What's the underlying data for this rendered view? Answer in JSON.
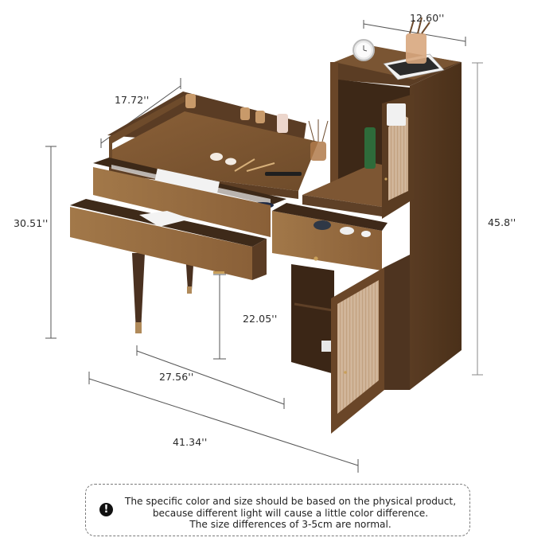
{
  "product": {
    "type": "vanity desk with storage cabinet",
    "finish_color": "#7a5532",
    "dark_wood_color": "#4e3420",
    "light_wood_color": "#a07548"
  },
  "dimensions": {
    "top_shelf_width": "12.60''",
    "desk_depth": "17.72''",
    "desk_height": "30.51''",
    "cabinet_height": "45.8''",
    "knee_clearance": "22.05''",
    "desk_width": "27.56''",
    "total_width": "41.34''"
  },
  "notice": {
    "icon": "exclamation-circle-icon",
    "lines": [
      "The specific color and size should be based on the physical product,",
      "because different light will cause a little color difference.",
      "The size differences of 3-5cm are normal."
    ]
  }
}
